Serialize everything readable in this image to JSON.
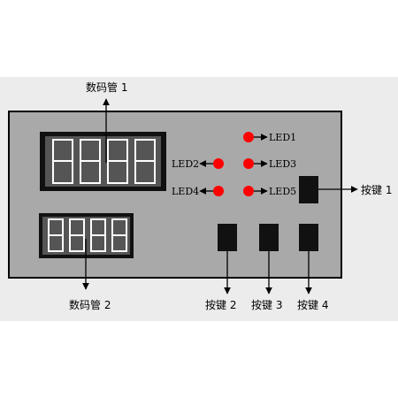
{
  "colors": {
    "background_band": "#ececec",
    "panel": "#a9a9a9",
    "display_frame": "#111111",
    "display_glass": "#555555",
    "digit_outline": "#ffffff",
    "led": "#ff0000",
    "button": "#111111",
    "arrow": "#000000"
  },
  "displays": [
    {
      "name": "display-1",
      "label": "数码管 1",
      "digits": 4
    },
    {
      "name": "display-2",
      "label": "数码管 2",
      "digits": 4
    }
  ],
  "leds": [
    {
      "id": "led1",
      "label": "LED1"
    },
    {
      "id": "led2",
      "label": "LED2"
    },
    {
      "id": "led3",
      "label": "LED3"
    },
    {
      "id": "led4",
      "label": "LED4"
    },
    {
      "id": "led5",
      "label": "LED5"
    }
  ],
  "buttons": [
    {
      "id": "key1",
      "label": "按键 1"
    },
    {
      "id": "key2",
      "label": "按键 2"
    },
    {
      "id": "key3",
      "label": "按键 3"
    },
    {
      "id": "key4",
      "label": "按键 4"
    }
  ]
}
